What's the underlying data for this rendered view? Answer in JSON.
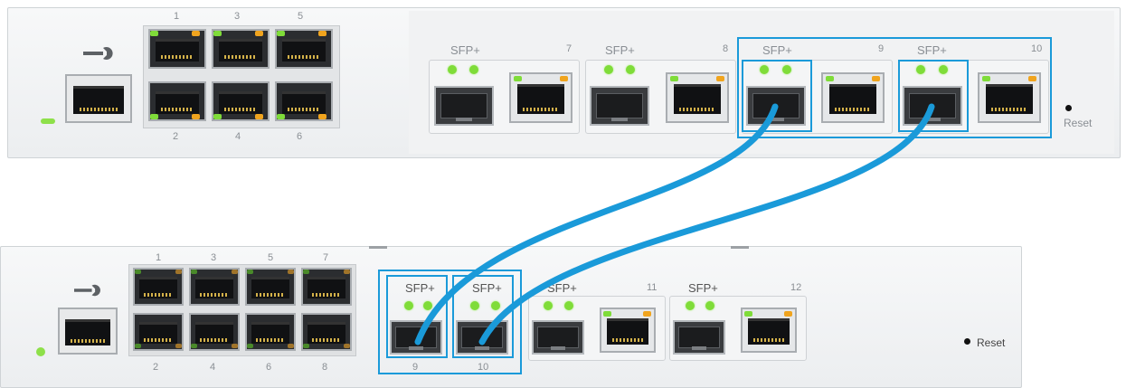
{
  "top_switch": {
    "rj45_top_labels": [
      "1",
      "3",
      "5"
    ],
    "rj45_bottom_labels": [
      "2",
      "4",
      "6"
    ],
    "sfp_groups": [
      {
        "sfp_label": "SFP+",
        "port_number": "7"
      },
      {
        "sfp_label": "SFP+",
        "port_number": "8"
      },
      {
        "sfp_label": "SFP+",
        "port_number": "9"
      },
      {
        "sfp_label": "SFP+",
        "port_number": "10"
      }
    ],
    "reset_label": "Reset"
  },
  "bottom_switch": {
    "rj45_top_labels": [
      "1",
      "3",
      "5",
      "7"
    ],
    "rj45_bottom_labels": [
      "2",
      "4",
      "6",
      "8"
    ],
    "sfp_groups": [
      {
        "sfp_label": "SFP+",
        "port_number": "9"
      },
      {
        "sfp_label": "SFP+",
        "port_number": "10"
      },
      {
        "sfp_label": "SFP+",
        "port_number": "11"
      },
      {
        "sfp_label": "SFP+",
        "port_number": "12"
      }
    ],
    "reset_label": "Reset"
  },
  "colors": {
    "cable": "#1a9ad9",
    "highlight": "#1a9ad9",
    "led_green": "#7fdc39",
    "led_amber": "#f0a41e"
  }
}
